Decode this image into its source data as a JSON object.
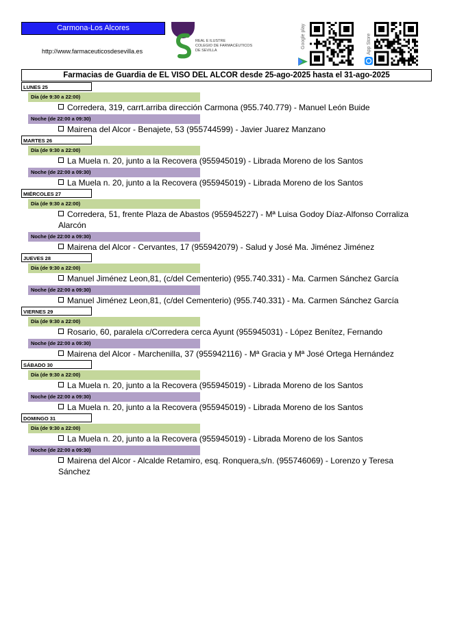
{
  "header": {
    "zone": "Carmona-Los Alcores",
    "url": "http://www.farmaceuticosdesevilla.es",
    "logo_text": [
      "REAL E ILUSTRE",
      "COLEGIO DE FARMACÉUTICOS",
      "DE SEVILLA"
    ],
    "google_badge": "Google play",
    "apple_badge": "App Store",
    "title": "Farmacias de Guardia de EL VISO DEL ALCOR desde 25-ago-2025 hasta el 31-ago-2025"
  },
  "days": [
    {
      "label": "LUNES 25",
      "day_shift": "Día (de 9:30 a 22:00)",
      "day_entry": "Corredera, 319, carrt.arriba dirección Carmona (955.740.779) - Manuel León Buide",
      "night_shift": "Noche (de 22:00 a 09:30)",
      "night_entry": "Mairena del Alcor - Benajete, 53 (955744599) - Javier Juarez Manzano"
    },
    {
      "label": "MARTES 26",
      "day_shift": "Día (de 9:30 a 22:00)",
      "day_entry": "La Muela n. 20, junto a la Recovera (955945019) - Librada Moreno de los Santos",
      "night_shift": "Noche (de 22:00 a 09:30)",
      "night_entry": "La Muela n. 20, junto a la Recovera (955945019) - Librada Moreno de los Santos"
    },
    {
      "label": "MIÉRCOLES 27",
      "day_shift": "Día (de 9:30 a 22:00)",
      "day_entry": "Corredera, 51, frente Plaza de Abastos (955945227) - Mª Luisa Godoy Díaz-Alfonso Corraliza Alarcón",
      "night_shift": "Noche (de 22:00 a 09:30)",
      "night_entry": "Mairena del Alcor - Cervantes,  17 (955942079) - Salud y José Ma. Jiménez Jiménez"
    },
    {
      "label": "JUEVES 28",
      "day_shift": "Día (de 9:30 a 22:00)",
      "day_entry": "Manuel Jiménez Leon,81, (c/del Cementerio) (955.740.331) - Ma. Carmen Sánchez García",
      "night_shift": "Noche (de 22:00 a 09:30)",
      "night_entry": "Manuel Jiménez Leon,81, (c/del Cementerio) (955.740.331) - Ma. Carmen Sánchez García"
    },
    {
      "label": "VIERNES 29",
      "day_shift": "Día (de 9:30 a 22:00)",
      "day_entry": "Rosario, 60, paralela c/Corredera cerca Ayunt (955945031) - López Benítez, Fernando",
      "night_shift": "Noche (de 22:00 a 09:30)",
      "night_entry": "Mairena del Alcor - Marchenilla, 37 (955942116) - Mª Gracia y Mª José Ortega Hernández"
    },
    {
      "label": "SÁBADO 30",
      "day_shift": "Día (de 9:30 a 22:00)",
      "day_entry": "La Muela n. 20, junto a la Recovera (955945019) - Librada Moreno de los Santos",
      "night_shift": "Noche (de 22:00 a 09:30)",
      "night_entry": "La Muela n. 20, junto a la Recovera (955945019) - Librada Moreno de los Santos"
    },
    {
      "label": "DOMINGO 31",
      "day_shift": "Día (de 9:30 a 22:00)",
      "day_entry": "La Muela n. 20, junto a la Recovera (955945019) - Librada Moreno de los Santos",
      "night_shift": "Noche (de 22:00 a 09:30)",
      "night_entry": "Mairena del Alcor - Alcalde Retamiro, esq. Ronquera,s/n. (955746069) - Lorenzo y Teresa Sánchez"
    }
  ],
  "colors": {
    "zone_bg": "#1f1ff2",
    "day_shift_bg": "#c4d79b",
    "night_shift_bg": "#b1a0c7",
    "logo_purple": "#4b1f63",
    "logo_green": "#3a9a3a"
  },
  "icons": [
    "college-logo-icon",
    "google-play-icon",
    "app-store-icon",
    "qr-code-icon"
  ]
}
